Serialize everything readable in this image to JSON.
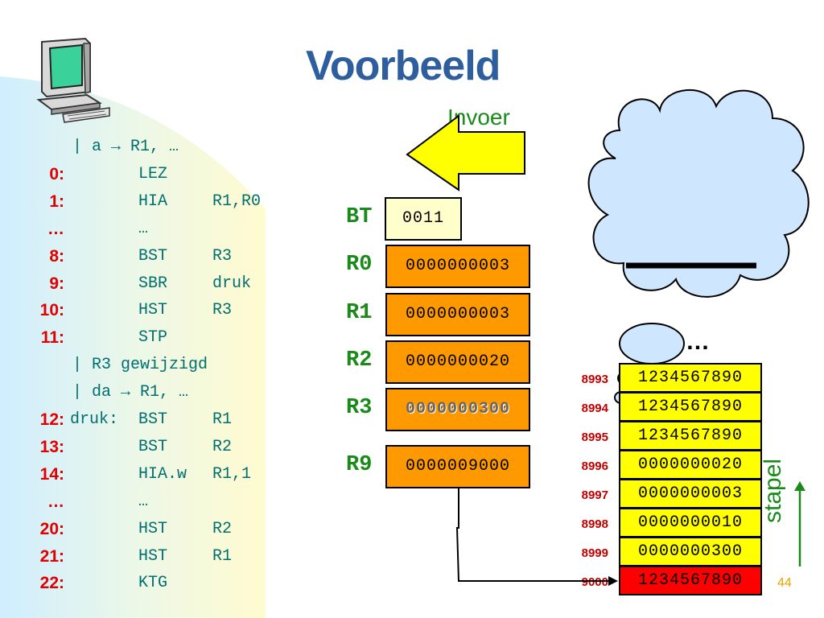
{
  "title": "Voorbeeld",
  "page_number": "44",
  "input_label": "Invoer",
  "stack_label": "stapel",
  "cloud_dots": "…",
  "code": [
    {
      "num": "",
      "label": "",
      "op": "",
      "arg": "| a → R1, …",
      "comment": true
    },
    {
      "num": "0:",
      "label": "",
      "op": "LEZ",
      "arg": ""
    },
    {
      "num": "1:",
      "label": "",
      "op": "HIA",
      "arg": "R1,R0"
    },
    {
      "num": "…",
      "label": "",
      "op": "…",
      "arg": ""
    },
    {
      "num": "8:",
      "label": "",
      "op": "BST",
      "arg": "R3"
    },
    {
      "num": "9:",
      "label": "",
      "op": "SBR",
      "arg": "druk"
    },
    {
      "num": "10:",
      "label": "",
      "op": "HST",
      "arg": "R3"
    },
    {
      "num": "11:",
      "label": "",
      "op": "STP",
      "arg": ""
    },
    {
      "num": "",
      "label": "",
      "op": "",
      "arg": "| R3 gewijzigd",
      "comment": true
    },
    {
      "num": "",
      "label": "",
      "op": "",
      "arg": "| da → R1, …",
      "comment": true
    },
    {
      "num": "12:",
      "label": "druk:",
      "op": "BST",
      "arg": "R1"
    },
    {
      "num": "13:",
      "label": "",
      "op": "BST",
      "arg": "R2"
    },
    {
      "num": "14:",
      "label": "",
      "op": "HIA.w",
      "arg": "R1,1"
    },
    {
      "num": "…",
      "label": "",
      "op": "…",
      "arg": ""
    },
    {
      "num": "20:",
      "label": "",
      "op": "HST",
      "arg": "R2"
    },
    {
      "num": "21:",
      "label": "",
      "op": "HST",
      "arg": "R1"
    },
    {
      "num": "22:",
      "label": "",
      "op": "KTG",
      "arg": ""
    }
  ],
  "registers": [
    {
      "name": "BT",
      "value": "0011"
    },
    {
      "name": "R0",
      "value": "0000000003"
    },
    {
      "name": "R1",
      "value": "0000000003"
    },
    {
      "name": "R2",
      "value": "0000000020"
    },
    {
      "name": "R3",
      "value": "0000000300"
    },
    {
      "name": "R9",
      "value": "0000009000"
    }
  ],
  "stack": [
    {
      "addr": "8993",
      "value": "1234567890"
    },
    {
      "addr": "8994",
      "value": "1234567890"
    },
    {
      "addr": "8995",
      "value": "1234567890"
    },
    {
      "addr": "8996",
      "value": "0000000020"
    },
    {
      "addr": "8997",
      "value": "0000000003"
    },
    {
      "addr": "8998",
      "value": "0000000010"
    },
    {
      "addr": "8999",
      "value": "0000000300"
    },
    {
      "addr": "9000",
      "value": "1234567890"
    }
  ],
  "colors": {
    "title": "#2E5E9E",
    "register_fill": "#ff9900",
    "bt_fill": "#ffffcc",
    "stack_fill": "#ffff00",
    "stack_top_fill": "#ff0000",
    "cloud_fill": "#cfe6ff",
    "line_number": "#e00000",
    "code_text": "#006f6f",
    "register_name": "#1a8a1a"
  }
}
